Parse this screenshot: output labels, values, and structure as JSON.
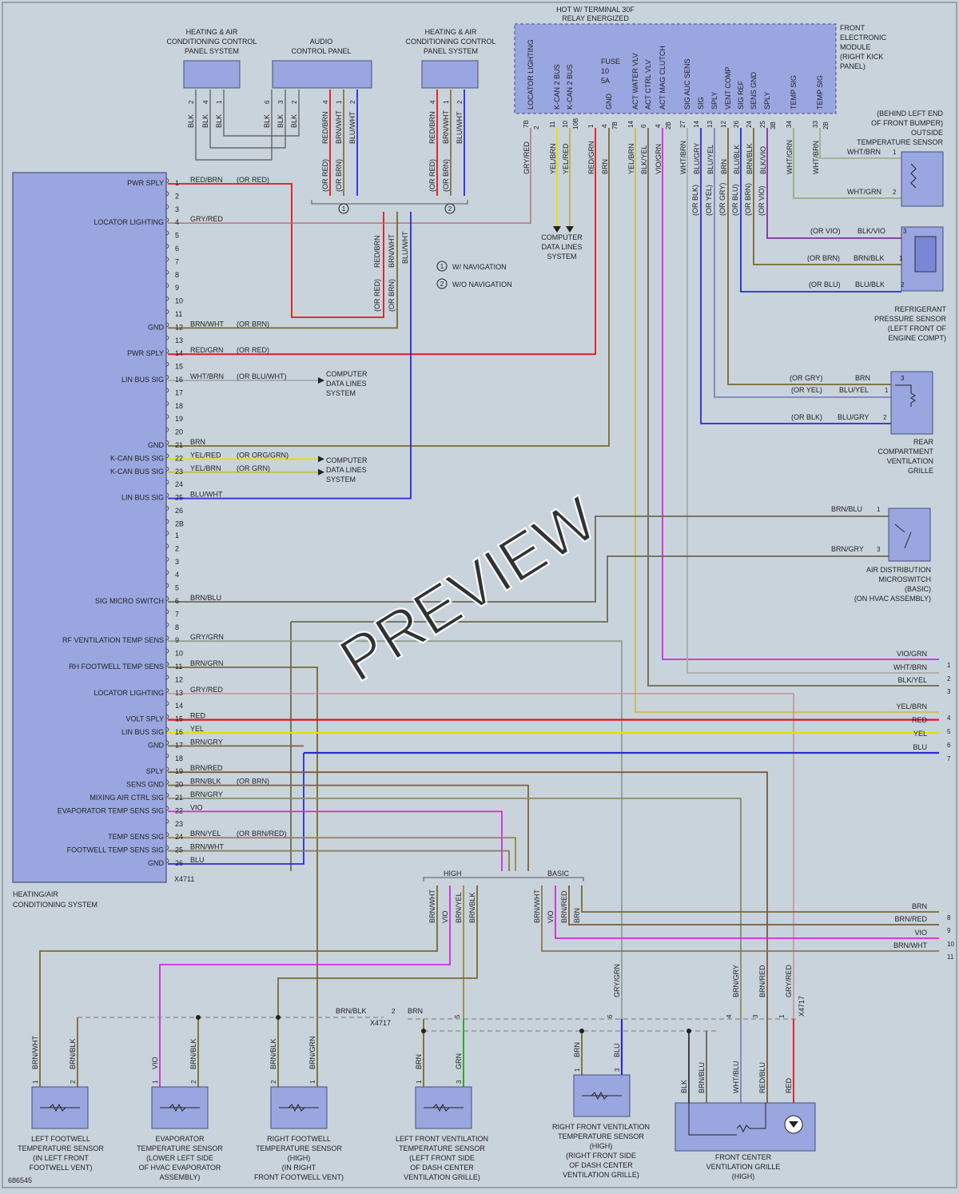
{
  "diagram_id": "686545",
  "preview_watermark": "PREVIEW",
  "relay": {
    "line1": "HOT W/ TERMINAL 30F",
    "line2": "RELAY ENERGIZED"
  },
  "fem_label": [
    "FRONT",
    "ELECTRONIC",
    "MODULE",
    "(RIGHT KICK",
    "PANEL)"
  ],
  "fuse": [
    "FUSE",
    "10",
    "5A"
  ],
  "top_panels": {
    "hvac_left": [
      "HEATING & AIR",
      "CONDITIONING CONTROL",
      "PANEL SYSTEM"
    ],
    "audio": [
      "AUDIO",
      "CONTROL PANEL"
    ],
    "hvac_right": [
      "HEATING & AIR",
      "CONDITIONING CONTROL",
      "PANEL SYSTEM"
    ]
  },
  "fem_pins": [
    {
      "name": "LOCATOR LIGHTING",
      "pin": "7B",
      "pos": "2",
      "wire": "GRY/RED"
    },
    {
      "name": "K-CAN 2 BUS",
      "pin": "11",
      "wire": "YEL/BRN"
    },
    {
      "name": "K-CAN 2 BUS",
      "pin": "10",
      "pos": "10B",
      "wire": "YEL/RED"
    },
    {
      "name": "",
      "pin": "1",
      "wire": "RED/GRN"
    },
    {
      "name": "GND",
      "pin": "4",
      "pos": "7B",
      "wire": "BRN"
    },
    {
      "name": "ACT WATER VLV",
      "pin": "14",
      "wire": "YEL/BRN"
    },
    {
      "name": "ACT CTRL VLV",
      "pin": "6",
      "wire": "BLK/YEL"
    },
    {
      "name": "ACT MAG CLUTCH",
      "pin": "4",
      "pos": "2B",
      "wire": "VIO/GRN"
    },
    {
      "name": "SIG AUC SENS",
      "pin": "27",
      "wire": "WHT/BRN"
    },
    {
      "name": "SIG",
      "pin": "14",
      "wire": "BLU/GRY"
    },
    {
      "name": "SPLY",
      "pin": "13",
      "wire": "BLU/YEL"
    },
    {
      "name": "VENT COMP",
      "pin": "12",
      "wire": "BRN"
    },
    {
      "name": "SIG REF",
      "pin": "26",
      "wire": "BLU/BLK"
    },
    {
      "name": "SENS GND",
      "pin": "24",
      "wire": "BRN/BLK"
    },
    {
      "name": "SPLY",
      "pin": "25",
      "pos": "3B",
      "wire": "BLK/VIO"
    },
    {
      "name": "TEMP SIG",
      "pin": "34",
      "wire": "WHT/GRN"
    },
    {
      "name": "TEMP SIG",
      "pin": "33",
      "pos": "2B",
      "wire": "WHT/BRN"
    }
  ],
  "fem_alt_colors": [
    "(OR BLK)",
    "(OR YEL)",
    "(OR GRY)",
    "(OR BLU)",
    "(OR BRN)",
    "(OR VIO)"
  ],
  "hvac_module": {
    "name": [
      "HEATING/AIR",
      "CONDITIONING SYSTEM"
    ],
    "connector": "X4711",
    "connector_a_rows": [
      {
        "pin": "1",
        "label": "PWR SPLY",
        "wire": "RED/BRN",
        "alt": "(OR RED)"
      },
      {
        "pin": "2"
      },
      {
        "pin": "3"
      },
      {
        "pin": "4",
        "label": "LOCATOR LIGHTING",
        "wire": "GRY/RED"
      },
      {
        "pin": "5"
      },
      {
        "pin": "6"
      },
      {
        "pin": "7"
      },
      {
        "pin": "8"
      },
      {
        "pin": "9"
      },
      {
        "pin": "10"
      },
      {
        "pin": "11"
      },
      {
        "pin": "12",
        "label": "GND",
        "wire": "BRN/WHT",
        "alt": "(OR BRN)"
      },
      {
        "pin": "13"
      },
      {
        "pin": "14",
        "label": "PWR SPLY",
        "wire": "RED/GRN",
        "alt": "(OR RED)"
      },
      {
        "pin": "15"
      },
      {
        "pin": "16",
        "label": "LIN BUS SIG",
        "wire": "WHT/BRN",
        "alt": "(OR BLU/WHT)"
      },
      {
        "pin": "17"
      },
      {
        "pin": "18"
      },
      {
        "pin": "19"
      },
      {
        "pin": "20"
      },
      {
        "pin": "21",
        "label": "GND",
        "wire": "BRN"
      },
      {
        "pin": "22",
        "label": "K-CAN BUS SIG",
        "wire": "YEL/RED",
        "alt": "(OR ORG/GRN)"
      },
      {
        "pin": "23",
        "label": "K-CAN BUS SIG",
        "wire": "YEL/BRN",
        "alt": "(OR GRN)"
      },
      {
        "pin": "24"
      },
      {
        "pin": "25",
        "label": "LIN BUS SIG",
        "wire": "BLU/WHT"
      },
      {
        "pin": "26"
      },
      {
        "pin": "2B"
      }
    ],
    "connector_b_rows": [
      {
        "pin": "1"
      },
      {
        "pin": "2"
      },
      {
        "pin": "3"
      },
      {
        "pin": "4"
      },
      {
        "pin": "5"
      },
      {
        "pin": "6",
        "label": "SIG MICRO SWITCH",
        "wire": "BRN/BLU"
      },
      {
        "pin": "7"
      },
      {
        "pin": "8"
      },
      {
        "pin": "9",
        "label": "RF VENTILATION TEMP SENS",
        "wire": "GRY/GRN"
      },
      {
        "pin": "10"
      },
      {
        "pin": "11",
        "label": "RH FOOTWELL TEMP SENS",
        "wire": "BRN/GRN"
      },
      {
        "pin": "12"
      },
      {
        "pin": "13",
        "label": "LOCATOR LIGHTING",
        "wire": "GRY/RED"
      },
      {
        "pin": "14"
      },
      {
        "pin": "15",
        "label": "VOLT SPLY",
        "wire": "RED"
      },
      {
        "pin": "16",
        "label": "LIN BUS SIG",
        "wire": "YEL"
      },
      {
        "pin": "17",
        "label": "GND",
        "wire": "BRN/GRY"
      },
      {
        "pin": "18"
      },
      {
        "pin": "19",
        "label": "SPLY",
        "wire": "BRN/RED"
      },
      {
        "pin": "20",
        "label": "SENS GND",
        "wire": "BRN/BLK",
        "alt": "(OR BRN)"
      },
      {
        "pin": "21",
        "label": "MIXING AIR CTRL SIG",
        "wire": "BRN/GRY"
      },
      {
        "pin": "22",
        "label": "EVAPORATOR TEMP SENS SIG",
        "wire": "VIO"
      },
      {
        "pin": "23"
      },
      {
        "pin": "24",
        "label": "TEMP SENS SIG",
        "wire": "BRN/YEL",
        "alt": "(OR BRN/RED)"
      },
      {
        "pin": "25",
        "label": "FOOTWELL TEMP SENS SIG",
        "wire": "BRN/WHT"
      },
      {
        "pin": "26",
        "label": "GND",
        "wire": "BLU"
      }
    ]
  },
  "notes": {
    "nav": "W/ NAVIGATION",
    "no_nav": "W/O NAVIGATION"
  },
  "computer_data_lines": [
    "COMPUTER",
    "DATA LINES",
    "SYSTEM"
  ],
  "components": {
    "outside_temp": [
      "(BEHIND LEFT END",
      "OF FRONT BUMPER)",
      "OUTSIDE",
      "TEMPERATURE SENSOR"
    ],
    "refrigerant": [
      "REFRIGERANT",
      "PRESSURE SENSOR",
      "(LEFT FRONT OF",
      "ENGINE COMPT)"
    ],
    "rear_grille": [
      "REAR",
      "COMPARTMENT",
      "VENTILATION",
      "GRILLE"
    ],
    "microswitch": [
      "AIR DISTRIBUTION",
      "MICROSWITCH",
      "(BASIC)",
      "(ON HVAC ASSEMBLY)"
    ],
    "left_footwell": [
      "LEFT FOOTWELL",
      "TEMPERATURE SENSOR",
      "(IN LEFT FRONT",
      "FOOTWELL VENT)"
    ],
    "evaporator": [
      "EVAPORATOR",
      "TEMPERATURE SENSOR",
      "(LOWER LEFT SIDE",
      "OF HVAC EVAPORATOR",
      "ASSEMBLY)"
    ],
    "right_footwell": [
      "RIGHT FOOTWELL",
      "TEMPERATURE SENSOR",
      "(HIGH)",
      "(IN RIGHT",
      "FRONT FOOTWELL VENT)"
    ],
    "left_front_vent": [
      "LEFT FRONT VENTILATION",
      "TEMPERATURE SENSOR",
      "(LEFT FRONT SIDE",
      "OF DASH CENTER",
      "VENTILATION GRILLE)"
    ],
    "right_front_vent": [
      "RIGHT FRONT VENTILATION",
      "TEMPERATURE SENSOR",
      "(HIGH)",
      "(RIGHT FRONT SIDE",
      "OF DASH CENTER",
      "VENTILATION GRILLE)"
    ],
    "front_center": [
      "FRONT CENTER",
      "VENTILATION GRILLE",
      "(HIGH)"
    ]
  },
  "right_edge_wires": [
    {
      "n": "1",
      "wire": "VIO/GRN"
    },
    {
      "n": "2",
      "wire": "WHT/BRN"
    },
    {
      "n": "3",
      "wire": "BLK/YEL"
    },
    {
      "n": "4",
      "wire": "YEL/BRN"
    },
    {
      "n": "5",
      "wire": "RED"
    },
    {
      "n": "6",
      "wire": "YEL"
    },
    {
      "n": "7",
      "wire": "BLU"
    },
    {
      "n": "8",
      "wire": "BRN"
    },
    {
      "n": "9",
      "wire": "BRN/RED"
    },
    {
      "n": "10",
      "wire": "VIO"
    },
    {
      "n": "11",
      "wire": "BRN/WHT"
    }
  ],
  "split_labels": {
    "high": "HIGH",
    "basic": "BASIC"
  },
  "connector_x4717": "X4717",
  "colors": {
    "background": "#c9d3dc",
    "module_fill": "#9aa6e0",
    "red": "#e01818",
    "yellow": "#e8e000",
    "blue": "#2828e0",
    "violet": "#d828d8",
    "green": "#20b020",
    "brown": "#7a6a30",
    "grey": "#9aa39a"
  }
}
